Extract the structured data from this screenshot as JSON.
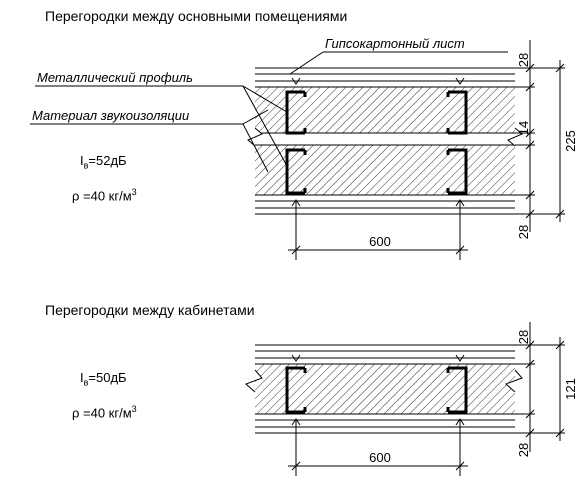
{
  "section1": {
    "title": "Перегородки между основными помещениями",
    "labels": {
      "gypsum": "Гипсокартонный лист",
      "metal_profile": "Металлический профиль",
      "insulation": "Материал звукоизоляции"
    },
    "rw_prefix": "I",
    "rw_sub": "в",
    "rw_value": "=52дБ",
    "rho_symbol": "ρ",
    "rho_value": " =40 кг/м",
    "rho_sup": "3",
    "dims": {
      "layer_top": "28",
      "gap": "14",
      "total": "225",
      "layer_bottom": "28",
      "spacing": "600"
    }
  },
  "section2": {
    "title": "Перегородки между кабинетами",
    "rw_prefix": "I",
    "rw_sub": "в",
    "rw_value": "=50дБ",
    "rho_symbol": "ρ",
    "rho_value": " =40 кг/м",
    "rho_sup": "3",
    "dims": {
      "layer_top": "28",
      "total": "121",
      "layer_bottom": "28",
      "spacing": "600"
    }
  }
}
